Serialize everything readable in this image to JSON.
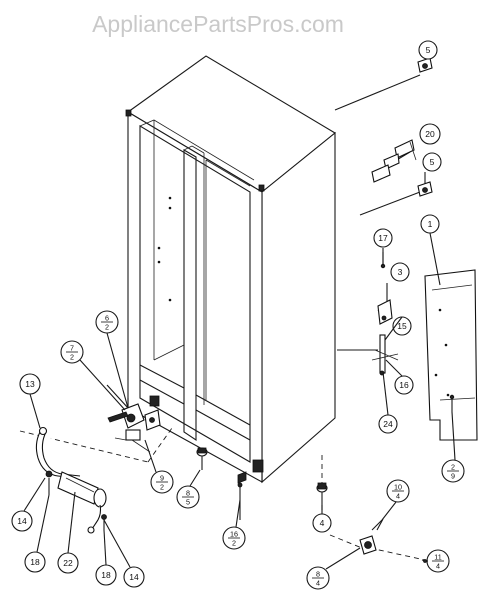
{
  "watermark": "AppliancePartsPros.com",
  "callouts": [
    {
      "id": "c-5-top",
      "label": "5"
    },
    {
      "id": "c-20",
      "label": "20"
    },
    {
      "id": "c-5-mid",
      "label": "5"
    },
    {
      "id": "c-1",
      "label": "1"
    },
    {
      "id": "c-17",
      "label": "17"
    },
    {
      "id": "c-3",
      "label": "3"
    },
    {
      "id": "c-15",
      "label": "15"
    },
    {
      "id": "c-16-right",
      "label": "16"
    },
    {
      "id": "c-24",
      "label": "24"
    },
    {
      "id": "c-2-9",
      "top": "2",
      "bottom": "9"
    },
    {
      "id": "c-6-2",
      "top": "6",
      "bottom": "2"
    },
    {
      "id": "c-7-2",
      "top": "7",
      "bottom": "2"
    },
    {
      "id": "c-13",
      "label": "13"
    },
    {
      "id": "c-9-2",
      "top": "9",
      "bottom": "2"
    },
    {
      "id": "c-8-5",
      "top": "8",
      "bottom": "5"
    },
    {
      "id": "c-16-2",
      "top": "16",
      "bottom": "2"
    },
    {
      "id": "c-4",
      "label": "4"
    },
    {
      "id": "c-10-4",
      "top": "10",
      "bottom": "4"
    },
    {
      "id": "c-11-4",
      "top": "11",
      "bottom": "4"
    },
    {
      "id": "c-8-4",
      "top": "8",
      "bottom": "4"
    },
    {
      "id": "c-14-left",
      "label": "14"
    },
    {
      "id": "c-18-left",
      "label": "18"
    },
    {
      "id": "c-22",
      "label": "22"
    },
    {
      "id": "c-18-right",
      "label": "18"
    },
    {
      "id": "c-14-right",
      "label": "14"
    }
  ]
}
